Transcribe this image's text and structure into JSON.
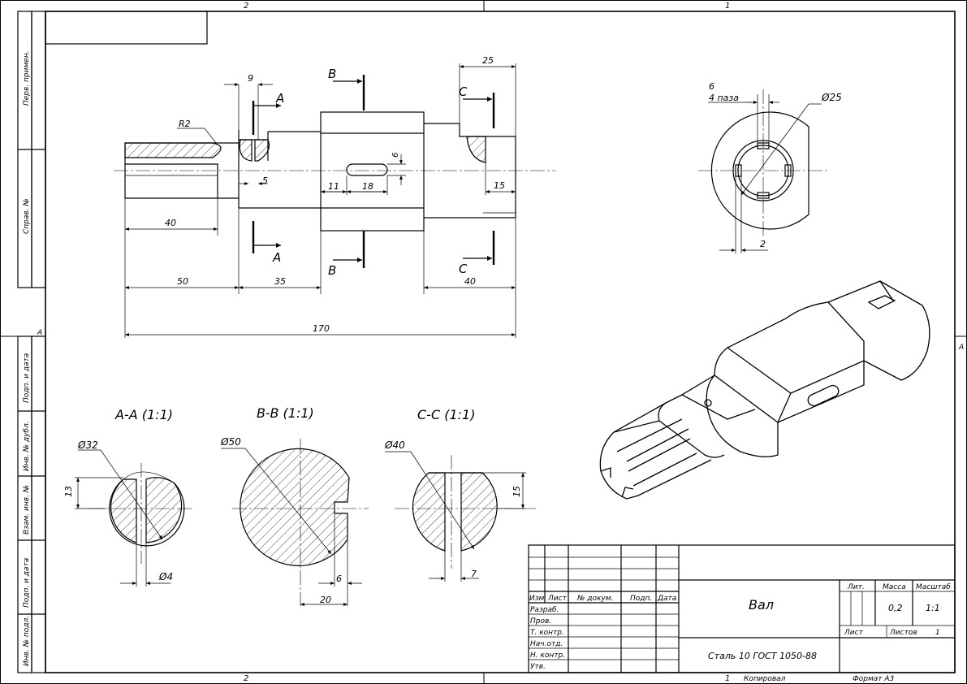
{
  "frame": {
    "zone_top_left": "2",
    "zone_top_right": "1",
    "zone_bottom_left": "2",
    "zone_bottom_right": "1",
    "zone_side_left": "A",
    "zone_side_right": "A"
  },
  "side_strip": {
    "perv_primen": "Перв. примен.",
    "sprav": "Справ. №",
    "podp_data_1": "Подп. и дата",
    "inv_dubl": "Инв. № дубл.",
    "vzam_inv": "Взам. инв. №",
    "podp_data_2": "Подп. и дата",
    "inv_podl": "Инв. № подл."
  },
  "main_view": {
    "d_r2": "R2",
    "d_9": "9",
    "d_5": "5",
    "d_6": "6",
    "d_11": "11",
    "d_18": "18",
    "d_15": "15",
    "d_25": "25",
    "d_40_left": "40",
    "d_50": "50",
    "d_35": "35",
    "d_40_right": "40",
    "d_170": "170",
    "cut_a": "A",
    "cut_b": "B",
    "cut_c": "C"
  },
  "end_view": {
    "d_6": "6",
    "slots": "4 паза",
    "d_phi25": "Ø25",
    "d_2": "2"
  },
  "sections": {
    "aa_title": "A-A (1:1)",
    "aa_phi32": "Ø32",
    "aa_13": "13",
    "aa_phi4": "Ø4",
    "bb_title": "B-B (1:1)",
    "bb_phi50": "Ø50",
    "bb_6": "6",
    "bb_20": "20",
    "cc_title": "C-C (1:1)",
    "cc_phi40": "Ø40",
    "cc_15": "15",
    "cc_7": "7"
  },
  "title_block": {
    "col_izm": "Изм.",
    "col_list": "Лист",
    "col_docnum": "№ докум.",
    "col_podp": "Подп.",
    "col_data": "Дата",
    "row_razrab": "Разраб.",
    "row_prov": "Пров.",
    "row_tkontr": "Т. контр.",
    "row_nachotd": "Нач.отд.",
    "row_nkontr": "Н. контр.",
    "row_utv": "Утв.",
    "part_name": "Вал",
    "material": "Сталь 10 ГОСТ 1050-88",
    "lit_label": "Лит.",
    "mass_label": "Масса",
    "scale_label": "Масштаб",
    "mass_value": "0,2",
    "scale_value": "1:1",
    "sheet_label": "Лист",
    "sheets_label": "Листов",
    "sheets_value": "1"
  },
  "footer": {
    "copied": "Копировал",
    "format": "Формат A3"
  }
}
